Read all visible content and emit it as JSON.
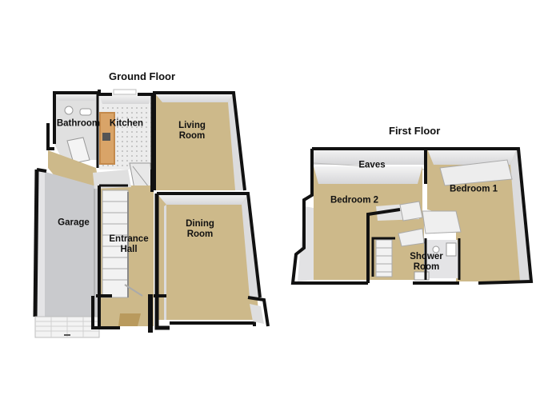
{
  "floors": [
    {
      "id": "ground",
      "title": "Ground Floor",
      "rooms": [
        {
          "id": "bathroom",
          "label": "Bathroom"
        },
        {
          "id": "kitchen",
          "label": "Kitchen"
        },
        {
          "id": "living-room",
          "label": "Living\nRoom"
        },
        {
          "id": "garage",
          "label": "Garage"
        },
        {
          "id": "entrance-hall",
          "label": "Entrance\nHall"
        },
        {
          "id": "dining-room",
          "label": "Dining\nRoom"
        }
      ]
    },
    {
      "id": "first",
      "title": "First Floor",
      "rooms": [
        {
          "id": "eaves",
          "label": "Eaves"
        },
        {
          "id": "bedroom-2",
          "label": "Bedroom 2"
        },
        {
          "id": "bedroom-1",
          "label": "Bedroom 1"
        },
        {
          "id": "shower-room",
          "label": "Shower\nRoom"
        }
      ]
    }
  ],
  "colors": {
    "floor": "#cdb98a",
    "kitchen_floor": "#e3e3e3",
    "garage_floor": "#c9cacd",
    "wall_inner": "#e9e9ea",
    "wall_top": "#111111",
    "stairs": "#f2f2f2"
  }
}
